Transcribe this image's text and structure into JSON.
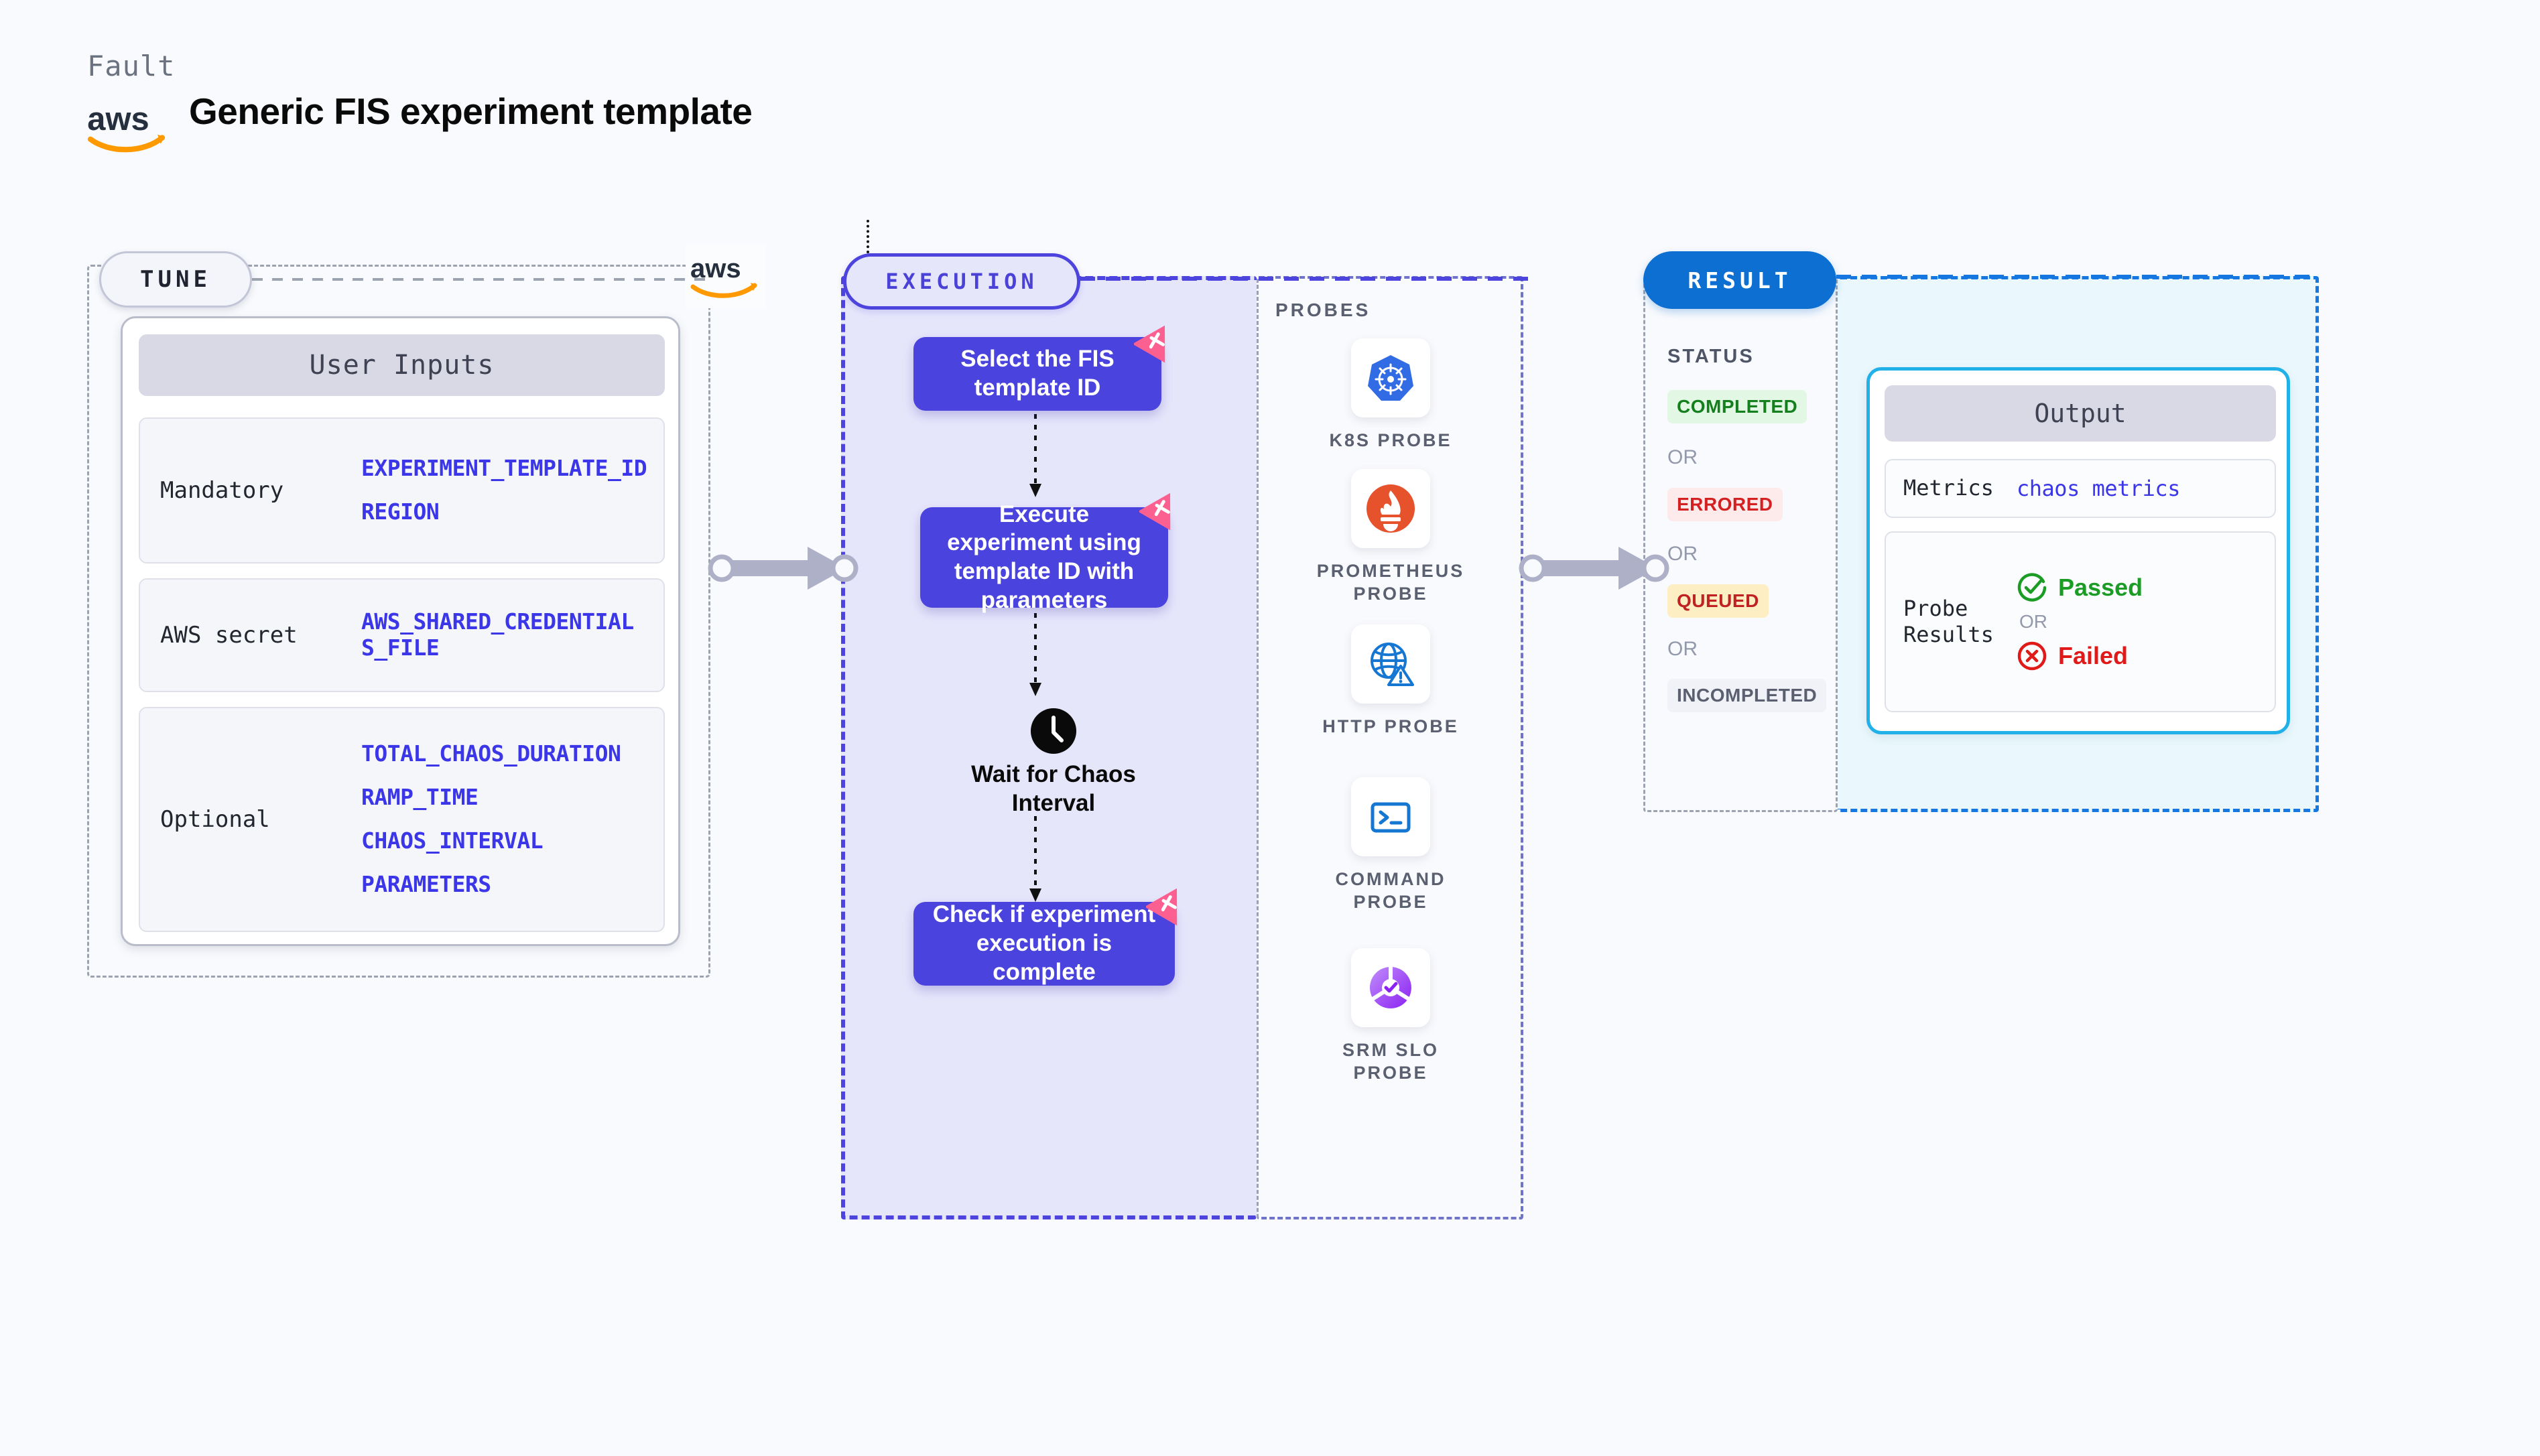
{
  "header": {
    "eyebrow": "Fault",
    "title": "Generic FIS experiment template",
    "logo": "aws-logo"
  },
  "tune": {
    "pill_label": "TUNE",
    "card_title": "User Inputs",
    "rows": [
      {
        "label": "Mandatory",
        "values": [
          "EXPERIMENT_TEMPLATE_ID",
          "REGION"
        ]
      },
      {
        "label": "AWS secret",
        "values": [
          "AWS_SHARED_CREDENTIALS_FILE"
        ]
      },
      {
        "label": "Optional",
        "values": [
          "TOTAL_CHAOS_DURATION",
          "RAMP_TIME",
          "CHAOS_INTERVAL",
          "PARAMETERS"
        ]
      }
    ]
  },
  "execution": {
    "pill_label": "EXECUTION",
    "steps": [
      {
        "id": "select",
        "text": "Select the FIS template ID",
        "badge": "litmus-icon"
      },
      {
        "id": "execute",
        "text": "Execute experiment using template ID with parameters",
        "badge": "litmus-icon"
      },
      {
        "id": "wait",
        "text": "Wait for Chaos Interval",
        "icon": "clock-icon"
      },
      {
        "id": "check",
        "text": "Check if experiment execution is complete",
        "badge": "litmus-icon"
      }
    ]
  },
  "probes": {
    "title": "PROBES",
    "items": [
      {
        "label": "K8S PROBE",
        "icon": "kubernetes-icon"
      },
      {
        "label": "PROMETHEUS PROBE",
        "icon": "prometheus-icon"
      },
      {
        "label": "HTTP PROBE",
        "icon": "http-globe-icon"
      },
      {
        "label": "COMMAND PROBE",
        "icon": "terminal-icon"
      },
      {
        "label": "SRM SLO PROBE",
        "icon": "srm-slo-icon"
      }
    ]
  },
  "result": {
    "pill_label": "RESULT",
    "status_title": "STATUS",
    "or_label": "OR",
    "statuses": [
      {
        "label": "COMPLETED",
        "fg": "#14801d",
        "bg": "#e2f7e4"
      },
      {
        "label": "ERRORED",
        "fg": "#d32020",
        "bg": "#fdeaea"
      },
      {
        "label": "QUEUED",
        "fg": "#c02222",
        "bg": "#fdeec4"
      },
      {
        "label": "INCOMPLETED",
        "fg": "#5a6070",
        "bg": "#f1f2f7"
      }
    ],
    "output": {
      "title": "Output",
      "metrics_label": "Metrics",
      "metrics_value": "chaos metrics",
      "probe_results_label": "Probe Results",
      "passed_label": "Passed",
      "failed_label": "Failed",
      "or_label": "OR"
    }
  },
  "colors": {
    "background": "#f9fafd",
    "execution_purple": "#4a43dd",
    "result_blue": "#0d6fd1",
    "output_cyan": "#22b0e8",
    "litmus_pink": "#fc6090",
    "variable_blue": "#3b36e8",
    "aws_orange": "#f90"
  }
}
